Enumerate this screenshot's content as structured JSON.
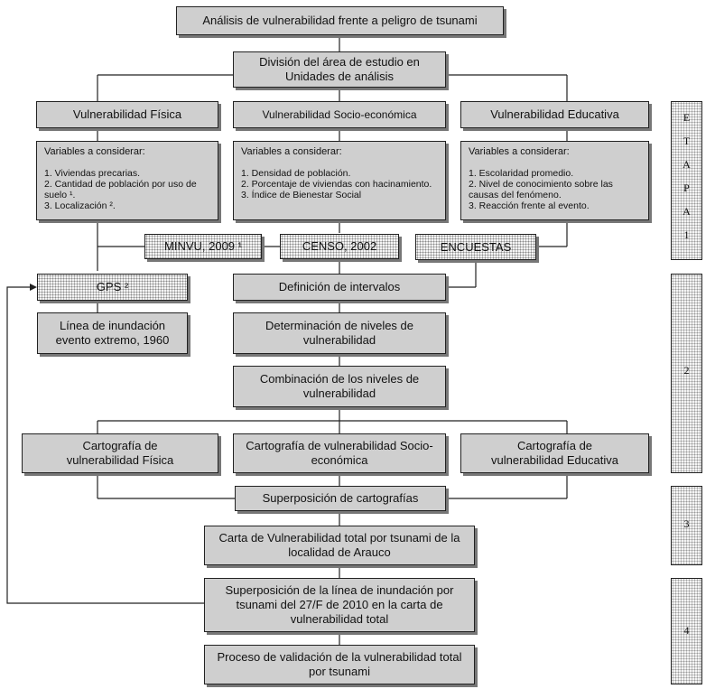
{
  "title": "Análisis de vulnerabilidad frente a peligro de tsunami",
  "division": "División del área de estudio en Unidades de análisis",
  "vulnerability_types": {
    "fisica": "Vulnerabilidad  Física",
    "socio": "Vulnerabilidad  Socio-económica",
    "educativa": "Vulnerabilidad  Educativa"
  },
  "variables": {
    "fisica": {
      "title": "Variables a considerar:",
      "items": [
        "1. Viviendas precarias.",
        "2. Cantidad de población por uso de suelo ¹.",
        "3. Localización ²."
      ]
    },
    "socio": {
      "title": "Variables a considerar:",
      "items": [
        "1. Densidad de población.",
        "2. Porcentaje de viviendas con hacinamiento.",
        "3. Índice de Bienestar Social"
      ]
    },
    "educativa": {
      "title": "Variables a considerar:",
      "items": [
        "1. Escolaridad promedio.",
        "2. Nivel de conocimiento sobre las causas del fenómeno.",
        "3. Reacción frente al evento."
      ]
    }
  },
  "sources": {
    "minvu": "MINVU, 2009 ¹",
    "censo": "CENSO, 2002",
    "encuestas": "ENCUESTAS",
    "gps": "GPS ²"
  },
  "linea_inundacion": "Línea de inundación evento extremo, 1960",
  "steps": {
    "intervalos": "Definición de intervalos",
    "niveles": "Determinación de niveles de vulnerabilidad",
    "combinacion": "Combinación de los niveles de vulnerabilidad",
    "superposicion": "Superposición de cartografías",
    "carta_total": "Carta de Vulnerabilidad total por tsunami de la localidad de Arauco",
    "superposicion_linea": "Superposición de la línea de inundación por tsunami del 27/F de 2010 en la carta de vulnerabilidad total",
    "validacion": "Proceso de validación de la vulnerabilidad total por tsunami"
  },
  "cartografia": {
    "fisica": "Cartografía de vulnerabilidad  Física",
    "socio": "Cartografía de vulnerabilidad Socio-económica",
    "educativa": "Cartografía de vulnerabilidad Educativa"
  },
  "stages": {
    "etapa_letters": [
      "E",
      "T",
      "A",
      "P",
      "A",
      "1"
    ],
    "etapa2": "2",
    "etapa3": "3",
    "etapa4": "4"
  }
}
